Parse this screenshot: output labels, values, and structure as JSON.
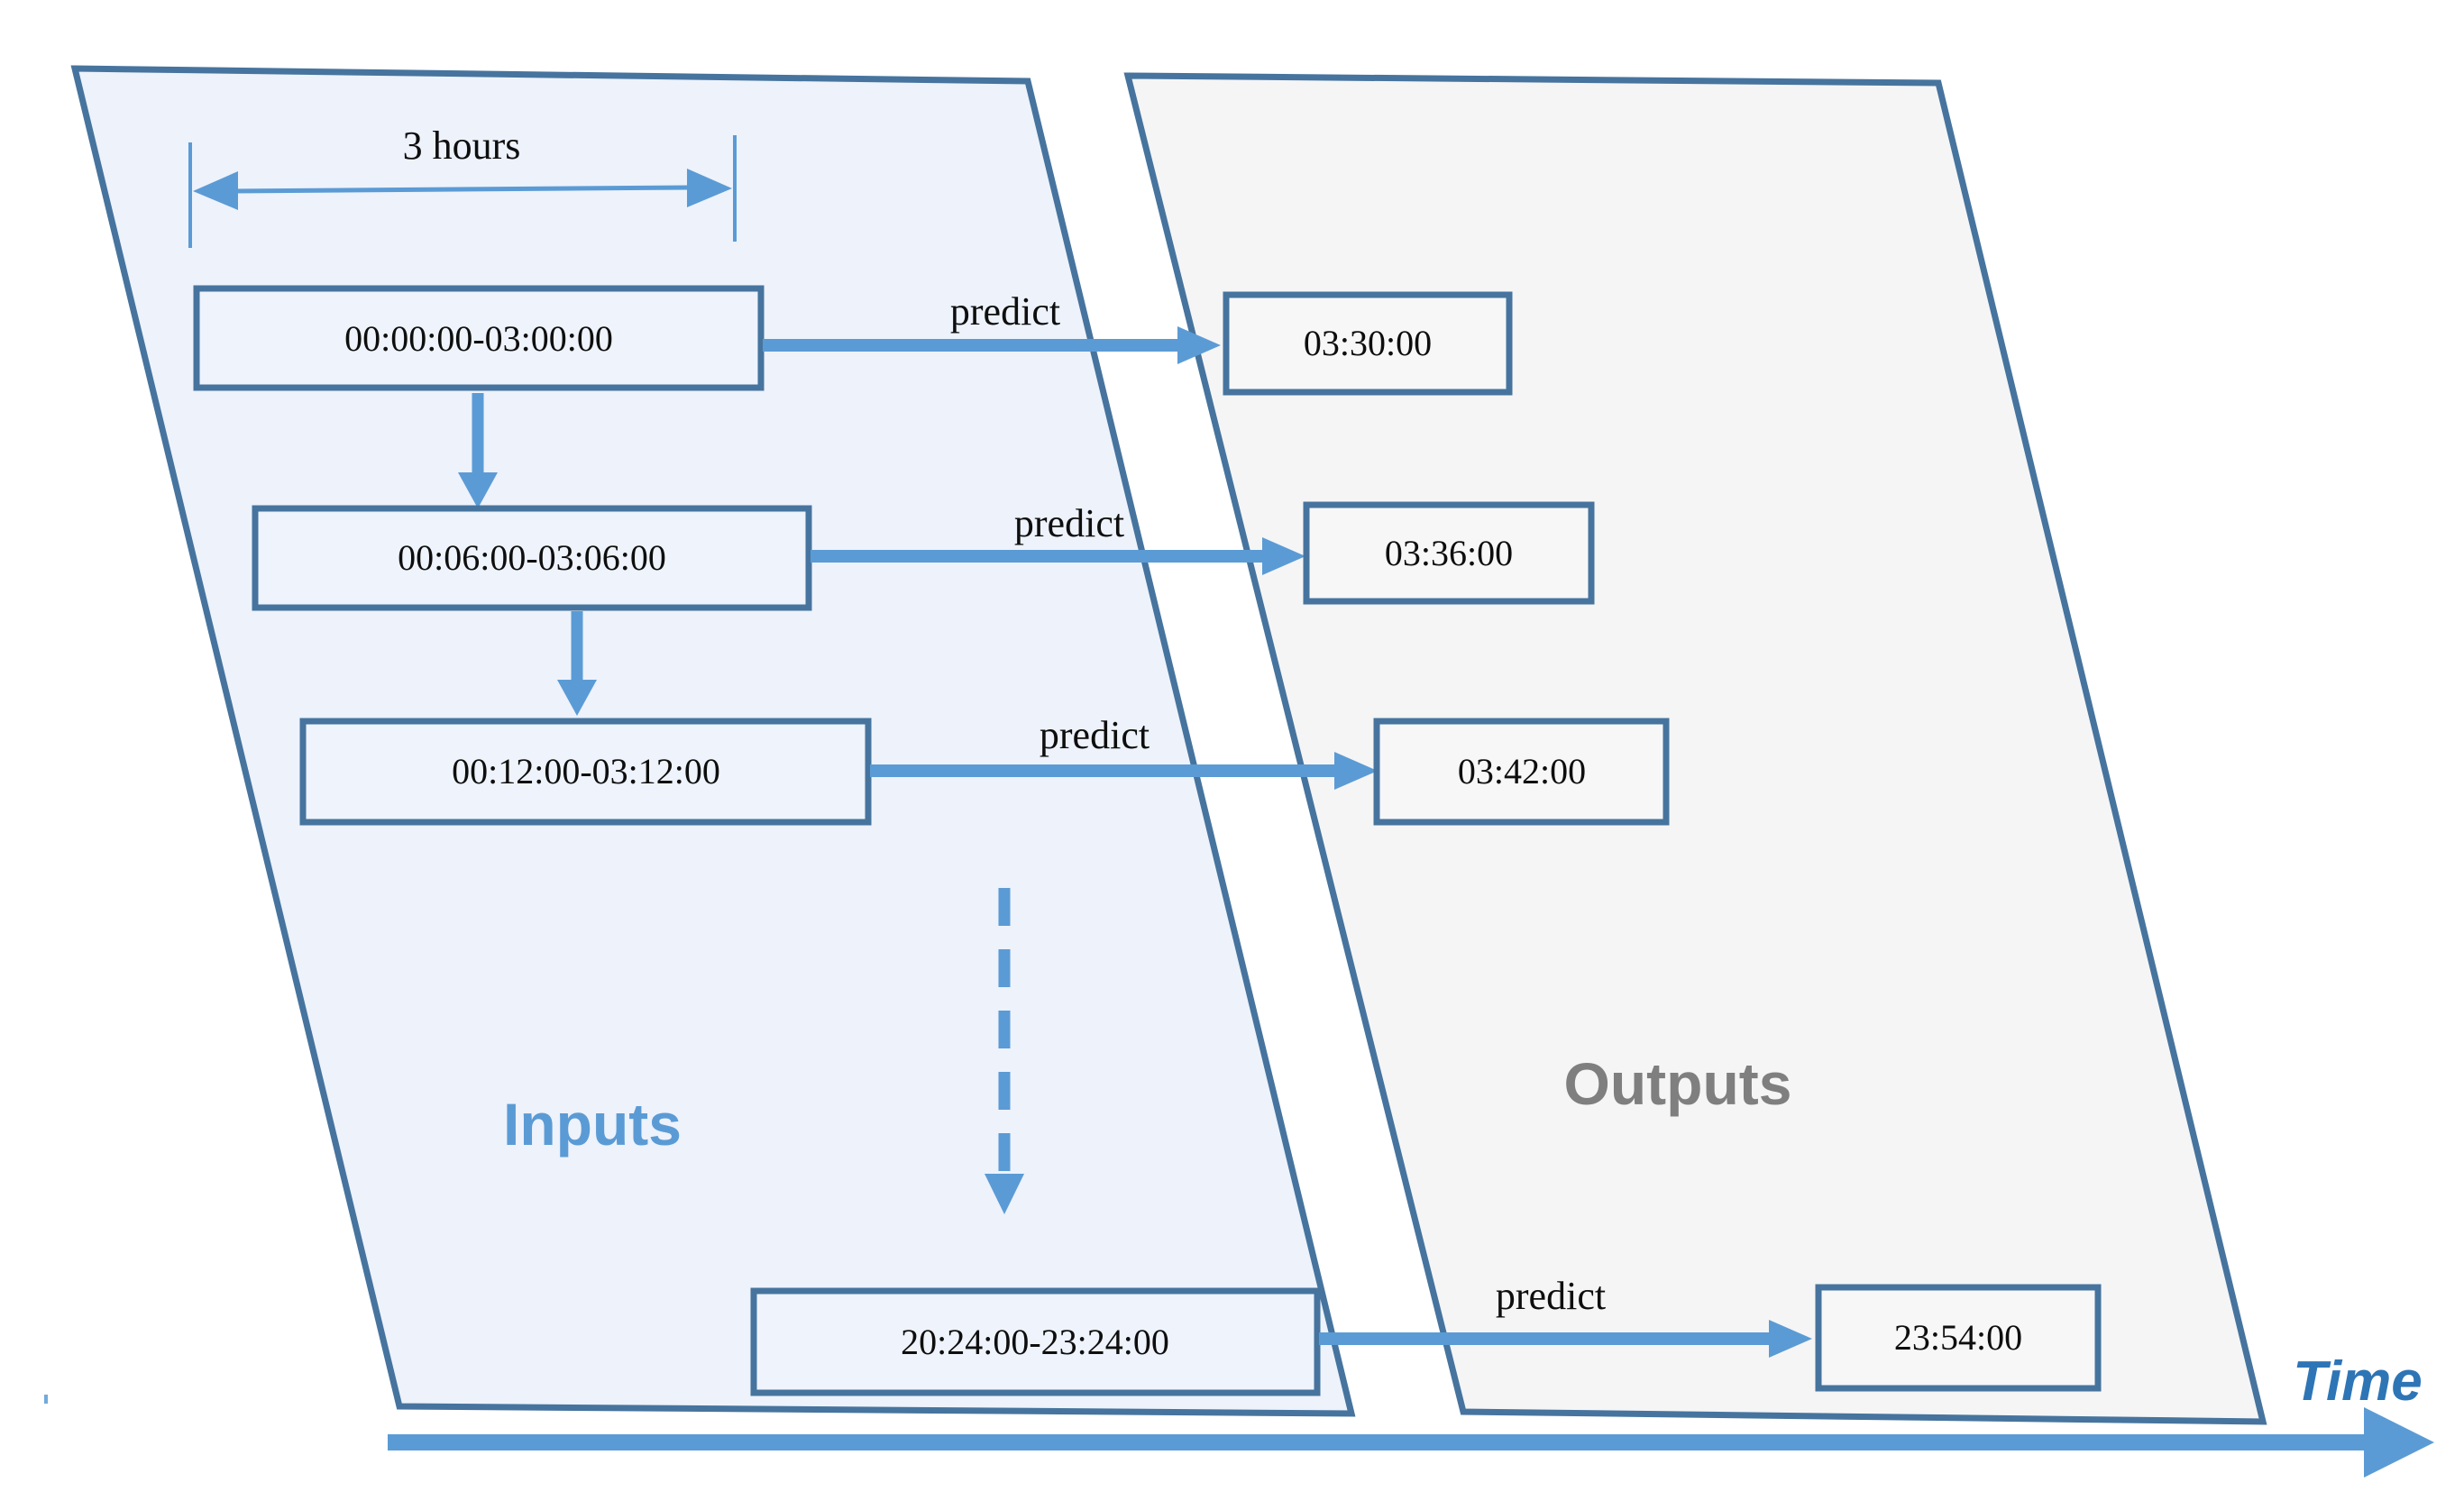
{
  "figure": {
    "measure": {
      "label": "3 hours"
    },
    "panels": {
      "inputs": {
        "label": "Inputs"
      },
      "outputs": {
        "label": "Outputs"
      }
    },
    "rows": [
      {
        "input_window": "00:00:00-03:00:00",
        "arrow_label": "predict",
        "prediction": "03:30:00"
      },
      {
        "input_window": "00:06:00-03:06:00",
        "arrow_label": "predict",
        "prediction": "03:36:00"
      },
      {
        "input_window": "00:12:00-03:12:00",
        "arrow_label": "predict",
        "prediction": "03:42:00"
      },
      {
        "input_window": "20:24:00-23:24:00",
        "arrow_label": "predict",
        "prediction": "23:54:00"
      }
    ],
    "time_axis": {
      "label": "Time"
    },
    "colors": {
      "accent_blue": "#5b9bd5",
      "outline_blue": "#46749e",
      "inputs_fill": "#edf2fb",
      "outputs_fill": "#f5f5f6",
      "inputs_label_color": "#5b9bd5",
      "outputs_label_color": "#7f7f7f",
      "time_label_color": "#2e75b6"
    }
  }
}
